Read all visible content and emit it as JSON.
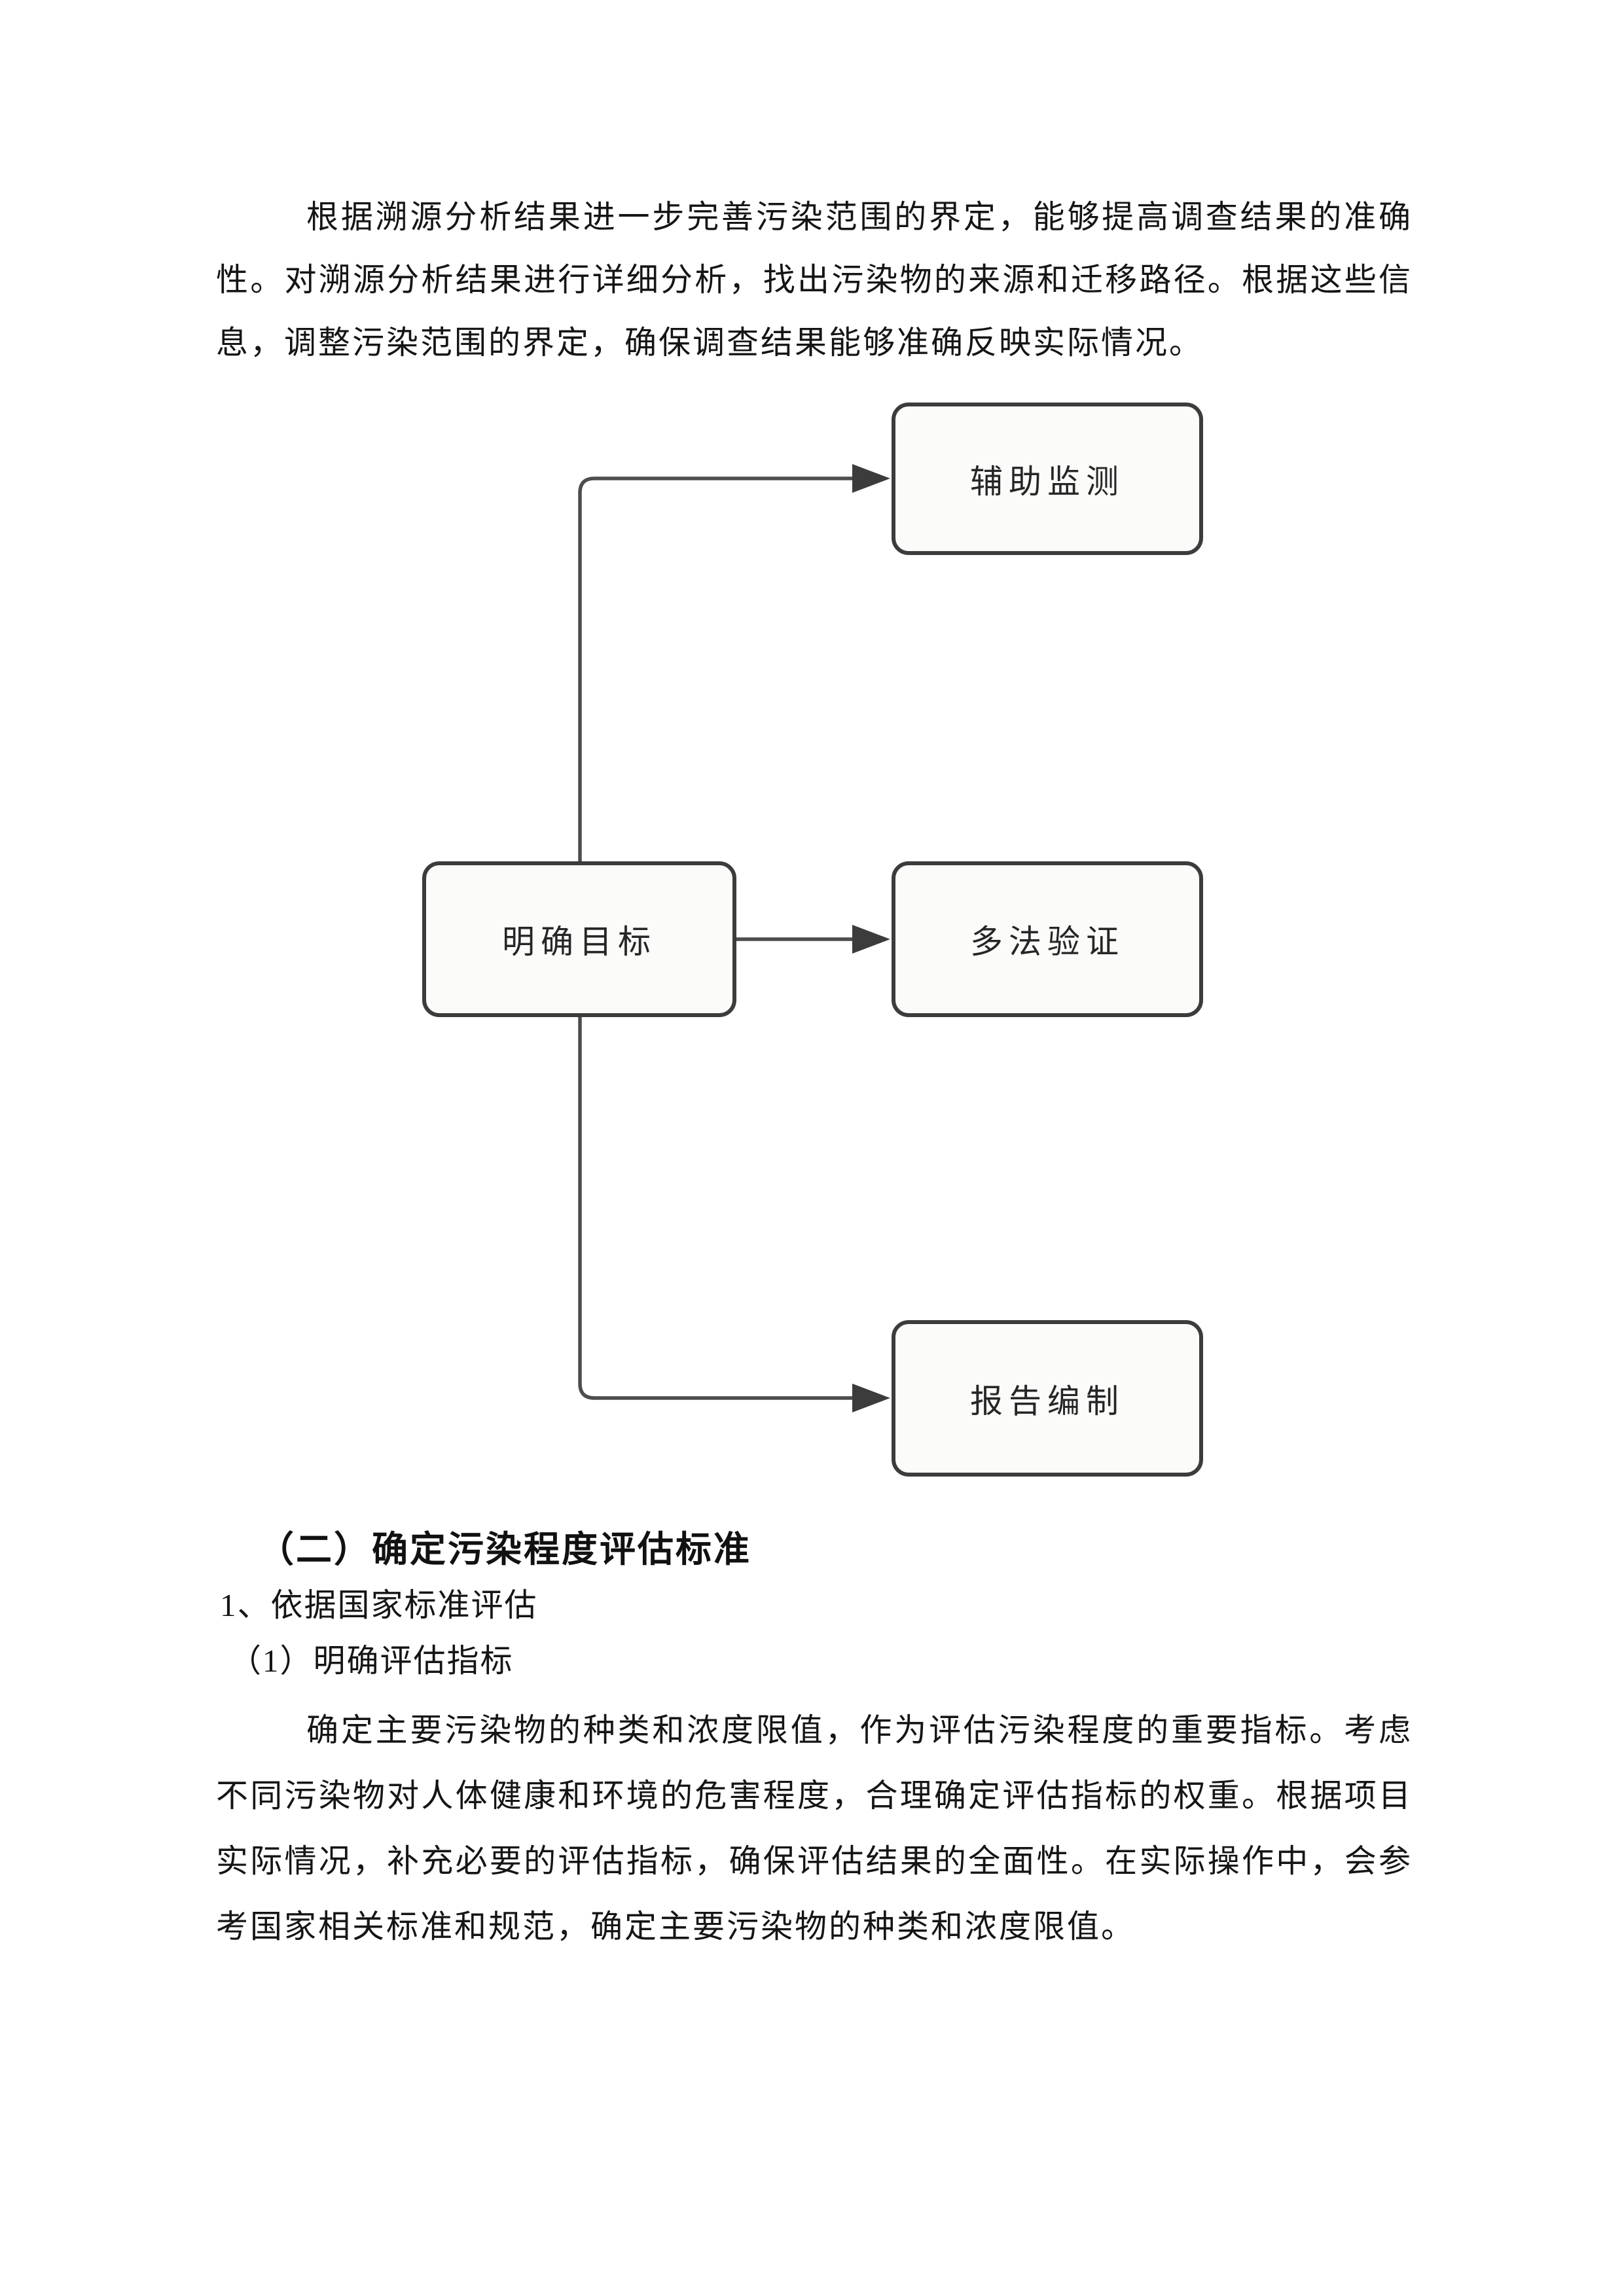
{
  "doc": {
    "paragraphs": [
      "根据溯源分析结果进一步完善污染范围的界定，能够提高调查结果的准确性。对溯源分析结果进行详细分析，找出污染物的来源和迁移路径。根据这些信息，调整污染范围的界定，确保调查结果能够准确反映实际情况。",
      "确定主要污染物的种类和浓度限值，作为评估污染程度的重要指标。考虑不同污染物对人体健康和环境的危害程度，合理确定评估指标的权重。根据项目实际情况，补充必要的评估指标，确保评估结果的全面性。在实际操作中，会参考国家相关标准和规范，确定主要污染物的种类和浓度限值。"
    ],
    "heading": "（二）确定污染程度评估标准",
    "subheading1": "1、依据国家标准评估",
    "subheading2": "（1）明确评估指标"
  },
  "diagram": {
    "type": "flowchart",
    "nodes": [
      {
        "id": "goal",
        "label": "明确目标"
      },
      {
        "id": "aux-monitoring",
        "label": "辅助监测"
      },
      {
        "id": "multi-method-verification",
        "label": "多法验证"
      },
      {
        "id": "report-compilation",
        "label": "报告编制"
      }
    ],
    "edges": [
      {
        "from": "明确目标",
        "to": "辅助监测"
      },
      {
        "from": "明确目标",
        "to": "多法验证"
      },
      {
        "from": "明确目标",
        "to": "报告编制"
      }
    ],
    "colors": {
      "node_border": "#3c3c3c",
      "node_fill": "#fbfbf9",
      "connector": "#4d4d4d",
      "text": "#262626"
    }
  }
}
